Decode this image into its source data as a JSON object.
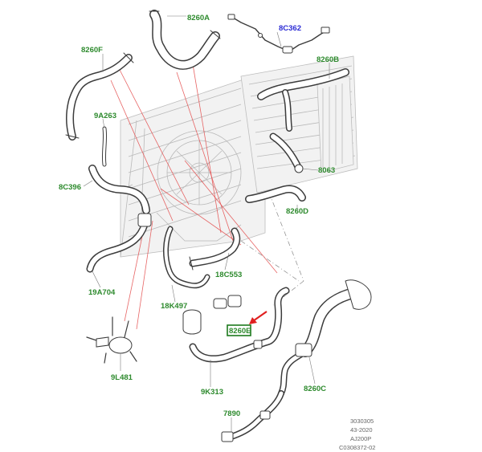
{
  "diagram": {
    "colors": {
      "callout_green": "#2d8a2d",
      "callout_blue": "#2b2bd4",
      "highlight_red": "#e02020",
      "body_gray": "#3c3c3c"
    },
    "callouts": [
      {
        "id": "c-8260a",
        "text": "8260A",
        "color": "green"
      },
      {
        "id": "c-8c362",
        "text": "8C362",
        "color": "blue"
      },
      {
        "id": "c-8260f",
        "text": "8260F",
        "color": "green"
      },
      {
        "id": "c-8260b",
        "text": "8260B",
        "color": "green"
      },
      {
        "id": "c-9a263",
        "text": "9A263",
        "color": "green"
      },
      {
        "id": "c-8063",
        "text": "8063",
        "color": "green"
      },
      {
        "id": "c-8c396",
        "text": "8C396",
        "color": "green"
      },
      {
        "id": "c-8260d",
        "text": "8260D",
        "color": "green"
      },
      {
        "id": "c-18c553",
        "text": "18C553",
        "color": "green"
      },
      {
        "id": "c-19a704",
        "text": "19A704",
        "color": "green"
      },
      {
        "id": "c-18k497",
        "text": "18K497",
        "color": "green"
      },
      {
        "id": "c-8260e",
        "text": "8260E",
        "color": "green",
        "highlighted": true
      },
      {
        "id": "c-9l481",
        "text": "9L481",
        "color": "green"
      },
      {
        "id": "c-9k313",
        "text": "9K313",
        "color": "green"
      },
      {
        "id": "c-8260c",
        "text": "8260C",
        "color": "green"
      },
      {
        "id": "c-7890",
        "text": "7890",
        "color": "green"
      }
    ],
    "reference": [
      "3030305",
      "43-2020",
      "AJ200P",
      "C0308372-02"
    ]
  }
}
